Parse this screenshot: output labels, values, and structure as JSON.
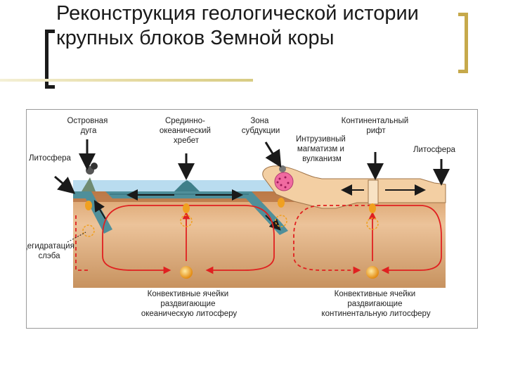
{
  "slide": {
    "title": "Реконструкция геологической истории крупных блоков Земной коры"
  },
  "diagram": {
    "labels": {
      "island_arc": [
        "Островная",
        "дуга"
      ],
      "mid_ocean_ridge": [
        "Срединно-",
        "океанический",
        "хребет"
      ],
      "subduction_zone": [
        "Зона",
        "субдукции"
      ],
      "continental_rift": [
        "Континентальный",
        "рифт"
      ],
      "intrusive": [
        "Интрузивный",
        "магматизм и",
        "вулканизм"
      ],
      "lithosphere_left": "Литосфера",
      "lithosphere_right": "Литосфера",
      "slab_dehydration": [
        "Дегидратация",
        "слэба"
      ],
      "ocean_cells": [
        "Конвективные ячейки",
        "раздвигающие",
        "океаническую литосферу"
      ],
      "continent_cells": [
        "Конвективные ячейки",
        "раздвигающие",
        "континентальную литосферу"
      ]
    },
    "colors": {
      "ocean": "#b9dcef",
      "mantle_top": "#e6b88a",
      "mantle_bottom": "#c98a52",
      "plate": "#4f8f9a",
      "continent": "#f3cfa3",
      "convection": "#e02020",
      "magma": "#f0a020",
      "arrow": "#1a1a1a"
    }
  }
}
